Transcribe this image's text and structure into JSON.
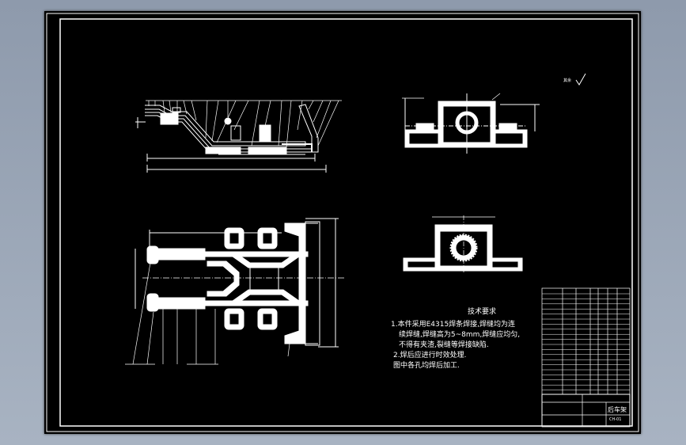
{
  "drawing": {
    "roughness_symbol": "其余",
    "technical_requirements": {
      "title": "技术要求",
      "lines": [
        "1.本件采用E4315焊条焊接,焊缝均为连",
        "续焊缝,焊缝高为5~8mm,焊缝应均匀,",
        "不得有夹渣,裂缝等焊接缺陷.",
        "2.焊后应进行时效处理.",
        "图中各孔均焊后加工."
      ]
    },
    "title_block": {
      "drawing_name": "后车架",
      "drawing_code": "CH-01"
    }
  },
  "colors": {
    "background": "#8e9aac",
    "sheet": "#000000",
    "lines": "#ffffff"
  }
}
